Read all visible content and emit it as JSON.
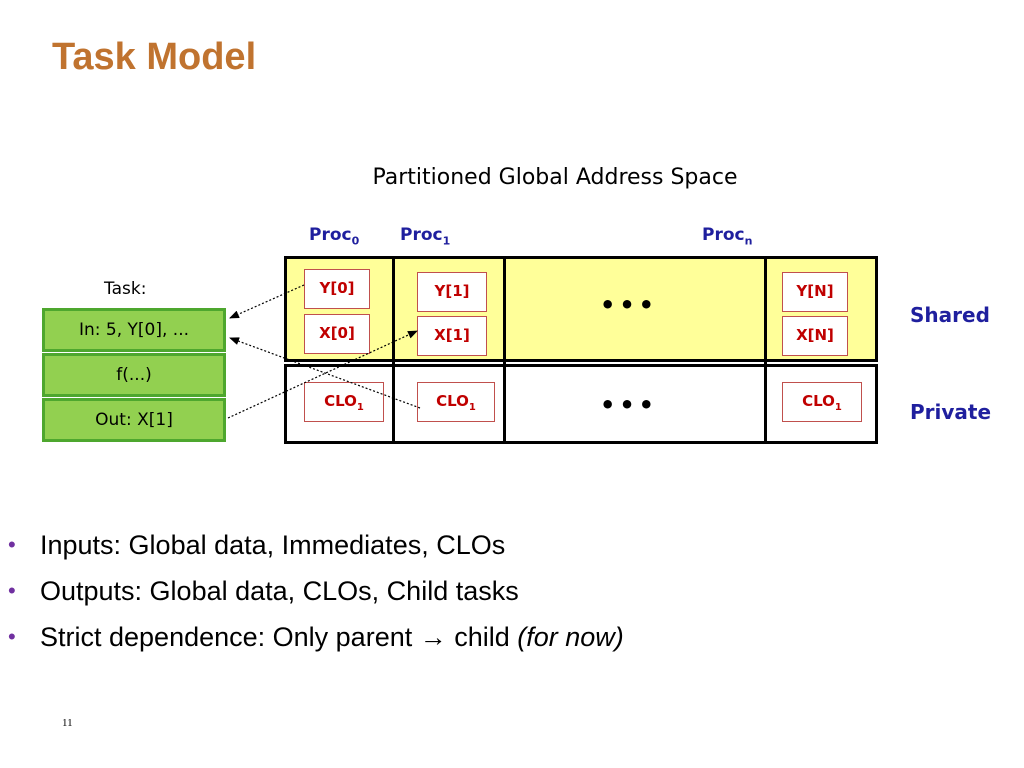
{
  "title": "Task Model",
  "diagram": {
    "subtitle": "Partitioned Global Address Space",
    "procs": [
      {
        "name": "Proc",
        "sub": "0"
      },
      {
        "name": "Proc",
        "sub": "1"
      },
      {
        "name": "Proc",
        "sub": "n"
      }
    ],
    "shared_label": "Shared",
    "private_label": "Private",
    "ellipsis": "•••",
    "shared_cells": {
      "proc0": [
        "Y[0]",
        "X[0]"
      ],
      "proc1": [
        "Y[1]",
        "X[1]"
      ],
      "procn": [
        "Y[N]",
        "X[N]"
      ]
    },
    "private_cells": [
      {
        "name": "CLO",
        "sub": "1"
      },
      {
        "name": "CLO",
        "sub": "1"
      },
      {
        "name": "CLO",
        "sub": "1"
      }
    ]
  },
  "task": {
    "label": "Task:",
    "inputs": "In: 5, Y[0], ...",
    "function": "f(...)",
    "outputs": "Out: X[1]"
  },
  "bullets": [
    {
      "marker": "•",
      "text": "Inputs: Global data, Immediates, CLOs"
    },
    {
      "marker": "•",
      "text": "Outputs: Global data, CLOs, Child tasks"
    },
    {
      "marker": "•",
      "text": "Strict dependence: Only parent → child ",
      "italic": "(for now)"
    }
  ],
  "page_number": "11"
}
